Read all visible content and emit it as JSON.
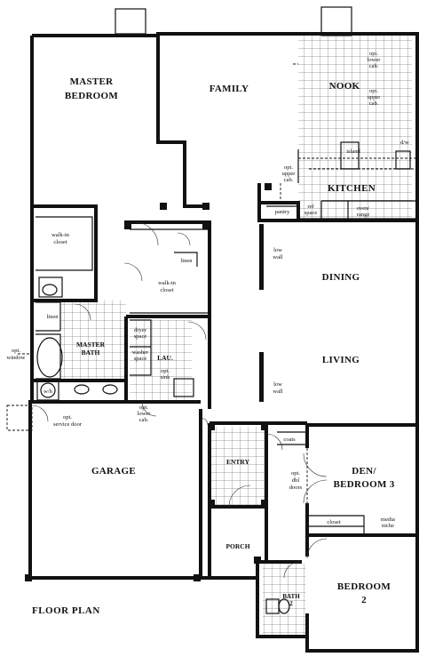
{
  "title": "FLOOR PLAN",
  "rooms": {
    "master_bedroom_1": "MASTER",
    "master_bedroom_2": "BEDROOM",
    "family": "FAMILY",
    "nook": "NOOK",
    "kitchen": "KITCHEN",
    "dining": "DINING",
    "living": "LIVING",
    "master_bath_1": "MASTER",
    "master_bath_2": "BATH",
    "lau": "LAU.",
    "garage": "GARAGE",
    "entry": "ENTRY",
    "porch": "PORCH",
    "den_1": "DEN/",
    "den_2": "BEDROOM 3",
    "bedroom2_1": "BEDROOM",
    "bedroom2_2": "2",
    "bath2_1": "BATH",
    "bath2_2": "2"
  },
  "labels": {
    "opt_lower_cab": [
      "opt.",
      "lower",
      "cab."
    ],
    "opt_upper_cab_nook": [
      "opt.",
      "upper",
      "cab."
    ],
    "island": "island",
    "dw": "d/w",
    "opt_upper_cab_kitchen": [
      "opt.",
      "upper",
      "cab."
    ],
    "pantry": "pantry",
    "ref_space": [
      "ref",
      "space"
    ],
    "oven_range": [
      "oven/",
      "range"
    ],
    "walkin_closet_1": [
      "walk-in",
      "closet"
    ],
    "linen_1": "linen",
    "walkin_closet_2": [
      "walk-in",
      "closet"
    ],
    "low_wall_dining": [
      "low",
      "wall"
    ],
    "low_wall_living": [
      "low",
      "wall"
    ],
    "linen_2": "linen",
    "opt_window": [
      "opt.",
      "window"
    ],
    "dryer_space": [
      "dryer",
      "space"
    ],
    "washer_space": [
      "washer",
      "space"
    ],
    "opt_sink": [
      "opt.",
      "sink"
    ],
    "wh": "w/h",
    "opt_lower_cab_lau": [
      "opt.",
      "lower",
      "cab."
    ],
    "opt_service_door": [
      "opt.",
      "service door"
    ],
    "coats": "coats",
    "opt_dbl_doors": [
      "opt.",
      "dbl",
      "doors"
    ],
    "closet": "closet",
    "media_niche": [
      "media",
      "niche"
    ]
  }
}
